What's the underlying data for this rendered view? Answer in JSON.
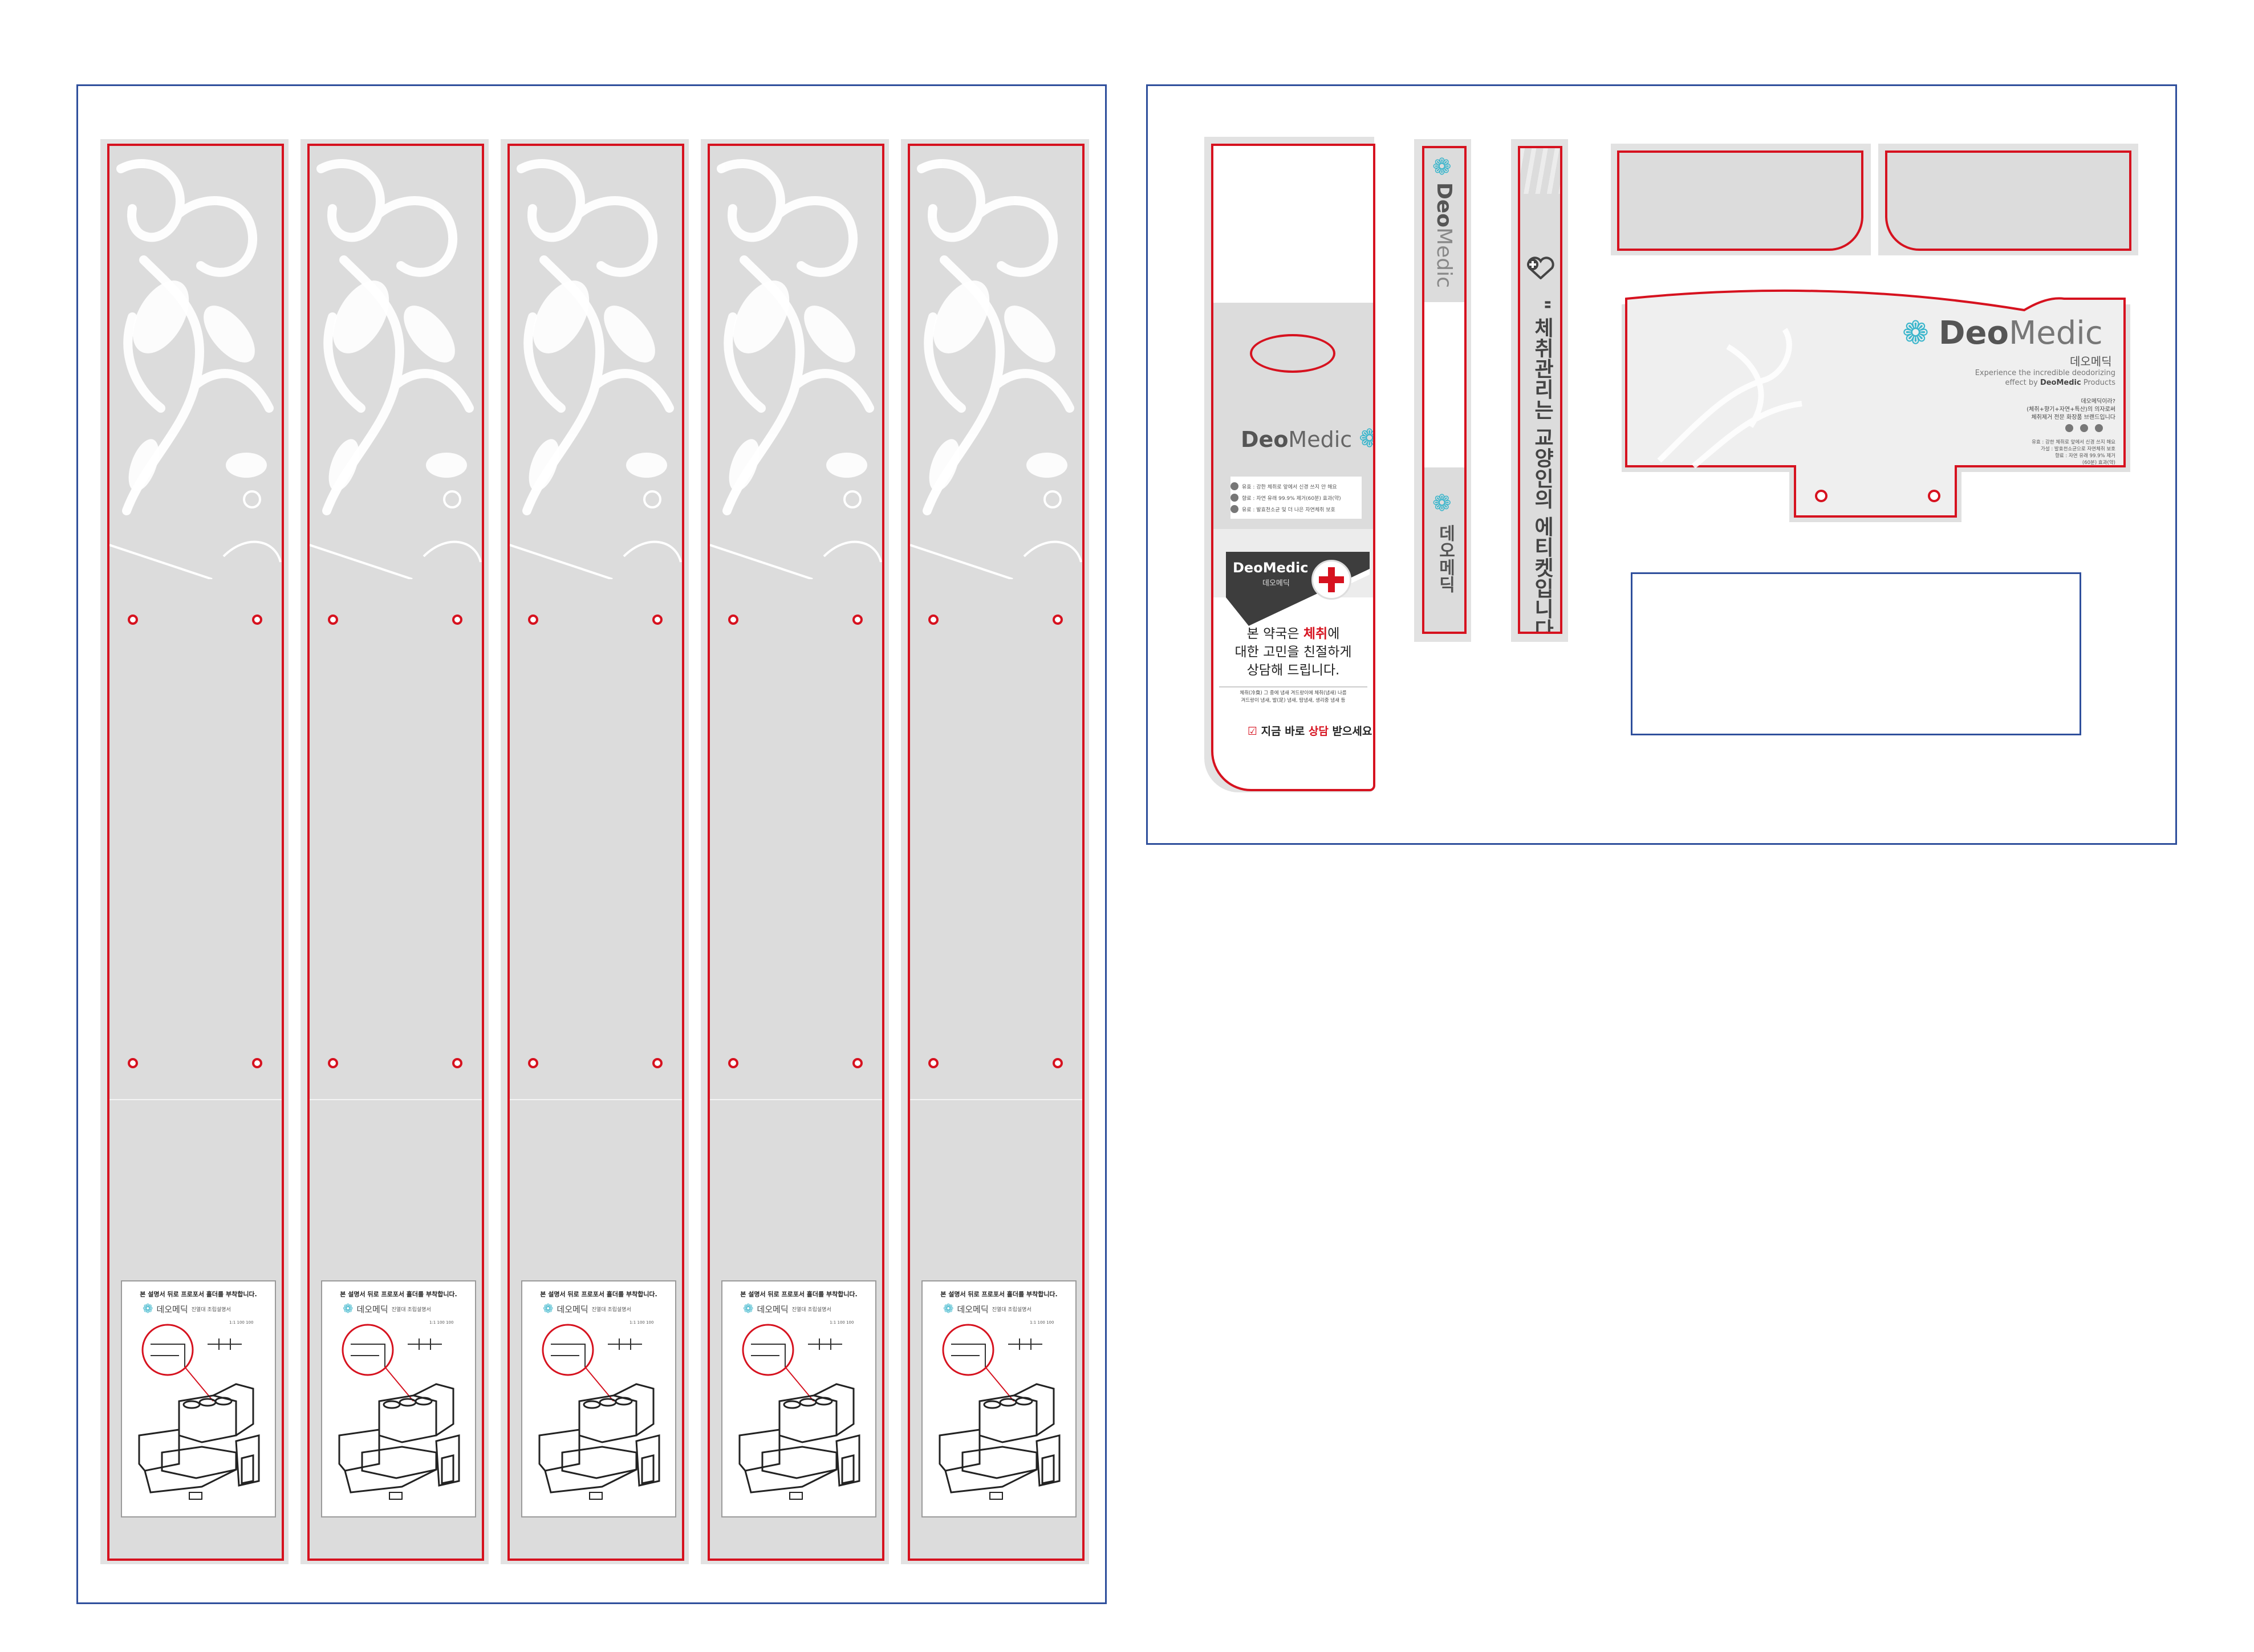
{
  "brand": {
    "name_part1": "Deo",
    "name_part2": "Medic",
    "name_korean": "데오메딕",
    "flower_glyph": "❁",
    "accent_color": "#d6121f",
    "flower_color": "#3cb6cc"
  },
  "strips": [
    {
      "id": 1
    },
    {
      "id": 2
    },
    {
      "id": 3
    },
    {
      "id": 4
    },
    {
      "id": 5
    }
  ],
  "instruction_card": {
    "title": "본 설명서 뒤로 프로포서 홀더를 부착합니다.",
    "brand_korean": "데오메딕",
    "caption": "진열대 조립설명서",
    "scale_label": "1:1 100 100"
  },
  "tall_panel": {
    "info_rows": [
      "유효 : 강한 체취로 앞에서 신경 쓰지 안 해요",
      "향료 : 자연 유래 99.9% 제거(60분) 효과(약)",
      "유료 : 발효천소균 및 더 나은 자연체취 보호"
    ],
    "badge_brand": "DeoMedic",
    "badge_korean": "데오메딕",
    "headline_lines": [
      "본 약국은",
      "체취",
      "에",
      "대한 고민을 친절하게",
      "상담해 드립니다."
    ],
    "small_line_1": "체취(冷臭) 그 중에 냄새 겨드랑이에 체취(냄새) 나름",
    "small_line_2": "겨드랑이 냄새, 발(足) 냄새, 땀냄새, 생리중 냄새 등",
    "cta_prefix": "지금 바로",
    "cta_highlight": "상담",
    "cta_suffix": "받으세요",
    "cta_check": "☑"
  },
  "narrow_strip": {
    "brand_part1": "Deo",
    "brand_part2": "Medic",
    "korean": "데오메딕"
  },
  "slogan_strip": {
    "text": "\" 체취관리는 교양인의 에티켓입니다! \"",
    "icon": "heart-plus-icon"
  },
  "header_panel": {
    "brand_part1": "Deo",
    "brand_part2": "Medic",
    "korean": "데오메딕",
    "tagline_1": "Experience the incredible deodorizing",
    "tagline_2_prefix": "effect by",
    "tagline_2_brand": "DeoMedic",
    "tagline_2_suffix": "Products",
    "note_1": "데오메딕이라?",
    "note_2": "(체취+향기+자연+특산)의 의자로써",
    "note_3": "체취제거 전문 화장품 브랜드입니다",
    "info_1": "유효 : 강한 체취로 앞에서 신경 쓰지 해요",
    "info_2": "가설 : 발효천소균으로 자연체취 보호",
    "info_3": "향료 : 자연 유래 99.9% 제거",
    "info_4": "(60분) 효과(약)"
  }
}
